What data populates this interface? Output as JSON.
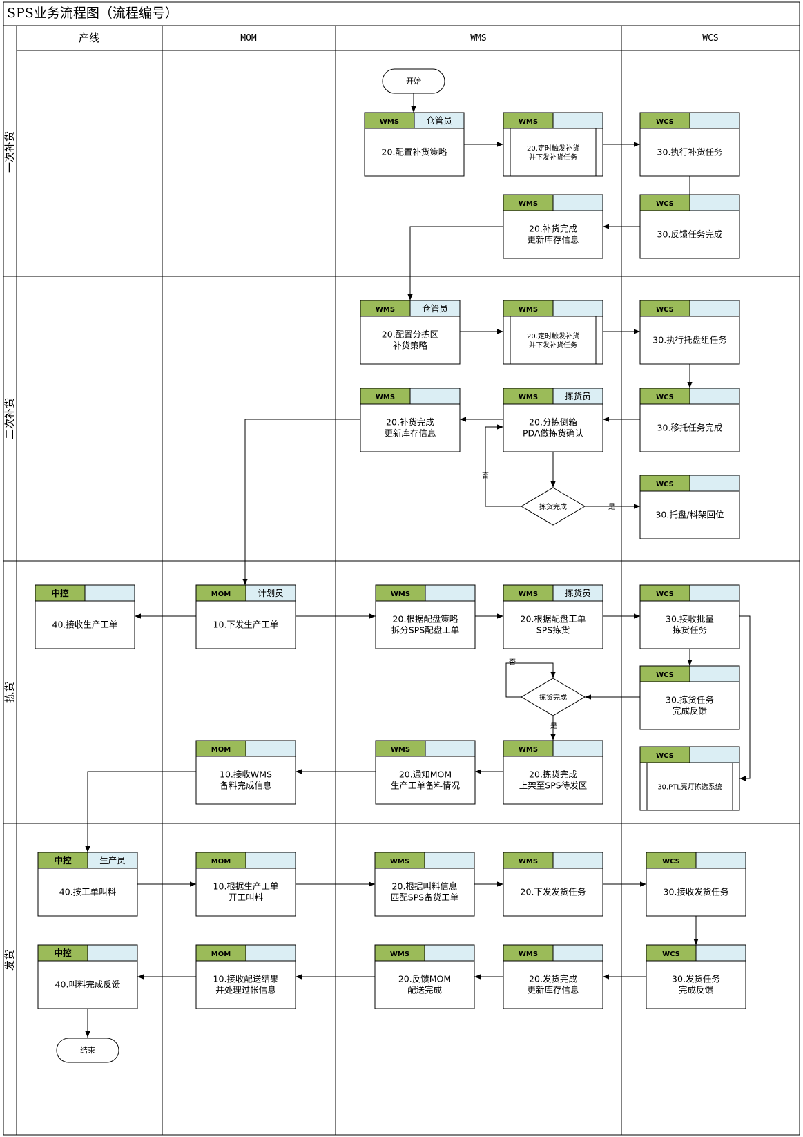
{
  "title": "SPS业务流程图（流程编号）",
  "columns": [
    "产线",
    "MOM",
    "WMS",
    "WCS"
  ],
  "lanes": [
    "一次补货",
    "二次补货",
    "拣货",
    "发货"
  ],
  "terminals": {
    "start": "开始",
    "end": "结束"
  },
  "decisions": {
    "d1": "拣货完成",
    "d2": "拣货完成"
  },
  "branch_labels": {
    "no1": "否",
    "yes1": "是",
    "no2": "否",
    "yes2": "是"
  },
  "boxes": [
    {
      "id": "b1",
      "tag": "WMS",
      "role": "仓管员",
      "lines": [
        "20.配置补货策略"
      ]
    },
    {
      "id": "b2",
      "tag": "WMS",
      "role": "",
      "lines": [
        "20.定时触发补货",
        "并下发补货任务"
      ]
    },
    {
      "id": "b3",
      "tag": "WCS",
      "role": "",
      "lines": [
        "30.执行补货任务"
      ]
    },
    {
      "id": "b4",
      "tag": "WMS",
      "role": "",
      "lines": [
        "20.补货完成",
        "更新库存信息"
      ]
    },
    {
      "id": "b5",
      "tag": "WCS",
      "role": "",
      "lines": [
        "30.反馈任务完成"
      ]
    },
    {
      "id": "b6",
      "tag": "WMS",
      "role": "仓管员",
      "lines": [
        "20.配置分拣区",
        "补货策略"
      ]
    },
    {
      "id": "b7",
      "tag": "WMS",
      "role": "",
      "lines": [
        "20.定时触发补货",
        "并下发补货任务"
      ]
    },
    {
      "id": "b8",
      "tag": "WCS",
      "role": "",
      "lines": [
        "30.执行托盘组任务"
      ]
    },
    {
      "id": "b9",
      "tag": "WMS",
      "role": "",
      "lines": [
        "20.补货完成",
        "更新库存信息"
      ]
    },
    {
      "id": "b10",
      "tag": "WMS",
      "role": "拣货员",
      "lines": [
        "20.分拣倒箱",
        "PDA做拣货确认"
      ]
    },
    {
      "id": "b11",
      "tag": "WCS",
      "role": "",
      "lines": [
        "30.移托任务完成"
      ]
    },
    {
      "id": "b12",
      "tag": "WCS",
      "role": "",
      "lines": [
        "30.托盘/料架回位"
      ]
    },
    {
      "id": "b13",
      "tag": "中控",
      "role": "",
      "lines": [
        "40.接收生产工单"
      ]
    },
    {
      "id": "b14",
      "tag": "MOM",
      "role": "计划员",
      "lines": [
        "10.下发生产工单"
      ]
    },
    {
      "id": "b15",
      "tag": "WMS",
      "role": "",
      "lines": [
        "20.根据配盘策略",
        "拆分SPS配盘工单"
      ]
    },
    {
      "id": "b16",
      "tag": "WMS",
      "role": "拣货员",
      "lines": [
        "20.根据配盘工单",
        "SPS拣货"
      ]
    },
    {
      "id": "b17",
      "tag": "WCS",
      "role": "",
      "lines": [
        "30.接收批量",
        "拣货任务"
      ]
    },
    {
      "id": "b18",
      "tag": "WCS",
      "role": "",
      "lines": [
        "30.拣货任务",
        "完成反馈"
      ]
    },
    {
      "id": "b19",
      "tag": "MOM",
      "role": "",
      "lines": [
        "10.接收WMS",
        "备料完成信息"
      ]
    },
    {
      "id": "b20",
      "tag": "WMS",
      "role": "",
      "lines": [
        "20.通知MOM",
        "生产工单备料情况"
      ]
    },
    {
      "id": "b21",
      "tag": "WMS",
      "role": "",
      "lines": [
        "20.拣货完成",
        "上架至SPS待发区"
      ]
    },
    {
      "id": "b22",
      "tag": "WCS",
      "role": "",
      "lines": [
        "30.PTL亮灯拣选系统"
      ]
    },
    {
      "id": "b23",
      "tag": "中控",
      "role": "生产员",
      "lines": [
        "40.按工单叫料"
      ]
    },
    {
      "id": "b24",
      "tag": "MOM",
      "role": "",
      "lines": [
        "10.根据生产工单",
        "开工叫料"
      ]
    },
    {
      "id": "b25",
      "tag": "WMS",
      "role": "",
      "lines": [
        "20.根据叫料信息",
        "匹配SPS备货工单"
      ]
    },
    {
      "id": "b26",
      "tag": "WMS",
      "role": "",
      "lines": [
        "20.下发发货任务"
      ]
    },
    {
      "id": "b27",
      "tag": "WCS",
      "role": "",
      "lines": [
        "30.接收发货任务"
      ]
    },
    {
      "id": "b28",
      "tag": "中控",
      "role": "",
      "lines": [
        "40.叫料完成反馈"
      ]
    },
    {
      "id": "b29",
      "tag": "MOM",
      "role": "",
      "lines": [
        "10.接收配送结果",
        "并处理过帐信息"
      ]
    },
    {
      "id": "b30",
      "tag": "WMS",
      "role": "",
      "lines": [
        "20.反馈MOM",
        "配送完成"
      ]
    },
    {
      "id": "b31",
      "tag": "WMS",
      "role": "",
      "lines": [
        "20.发货完成",
        "更新库存信息"
      ]
    },
    {
      "id": "b32",
      "tag": "WCS",
      "role": "",
      "lines": [
        "30.发货任务",
        "完成反馈"
      ]
    }
  ],
  "colors": {
    "header_green": "#9bbb59",
    "header_blue": "#dbeef4",
    "line": "#000000"
  }
}
